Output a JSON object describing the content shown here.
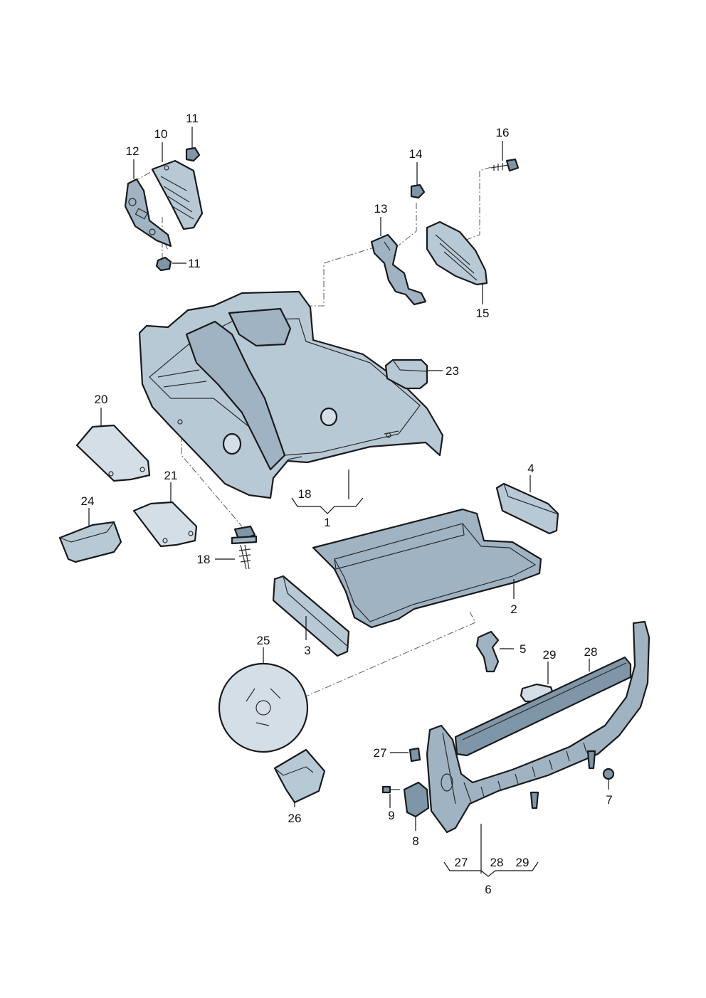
{
  "labels": {
    "p1": "1",
    "p2": "2",
    "p3": "3",
    "p4": "4",
    "p5": "5",
    "p6": "6",
    "p7": "7",
    "p8": "8",
    "p9": "9",
    "p10": "10",
    "p11a": "11",
    "p11b": "11",
    "p12": "12",
    "p13": "13",
    "p14": "14",
    "p15": "15",
    "p16": "16",
    "p18a": "18",
    "p18b": "18",
    "p20": "20",
    "p21": "21",
    "p23": "23",
    "p24": "24",
    "p25": "25",
    "p26": "26",
    "p27a": "27",
    "p27b": "27",
    "p28a": "28",
    "p28b": "28",
    "p29a": "29",
    "p29b": "29"
  }
}
